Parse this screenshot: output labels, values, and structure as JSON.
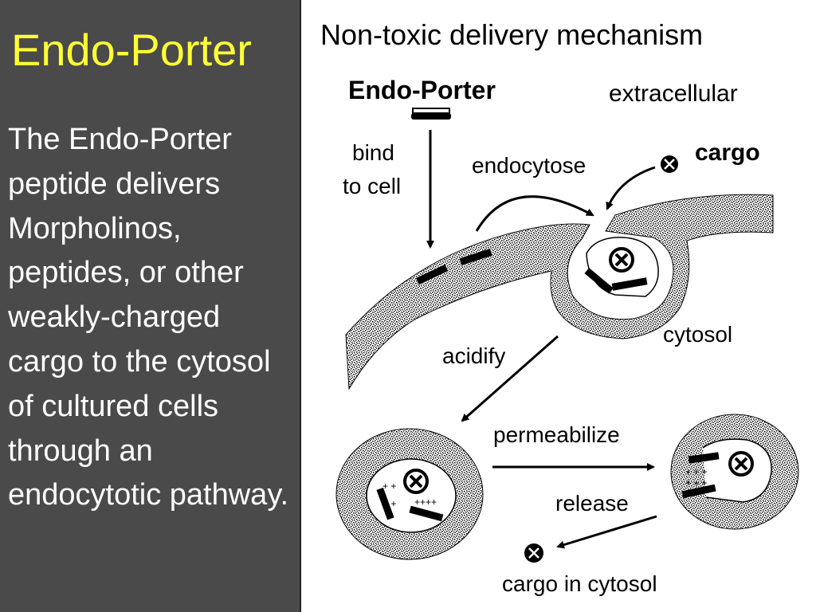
{
  "slide": {
    "title": "Endo-Porter",
    "body": "The Endo-Porter peptide delivers Morpholinos, peptides, or other weakly-charged cargo to the cytosol of cultured cells through an endocytotic pathway."
  },
  "diagram": {
    "title": "Non-toxic delivery mechanism",
    "labels": {
      "endo_porter": "Endo-Porter",
      "extracellular": "extracellular",
      "bind_line1": "bind",
      "bind_line2": "to cell",
      "endocytose": "endocytose",
      "cargo": "cargo",
      "cytosol": "cytosol",
      "acidify": "acidify",
      "permeabilize": "permeabilize",
      "release": "release",
      "cargo_in_cytosol": "cargo in cytosol",
      "plus_signs_a": "+ +",
      "plus_signs_b": "+ +",
      "plus_signs_c": "++++",
      "plus_signs_d": "+ + +",
      "plus_signs_e": "+ + +"
    }
  },
  "colors": {
    "background": "#4a4a4a",
    "title_yellow": "#ffff33",
    "body_white": "#ffffff",
    "panel": "#ffffff"
  }
}
